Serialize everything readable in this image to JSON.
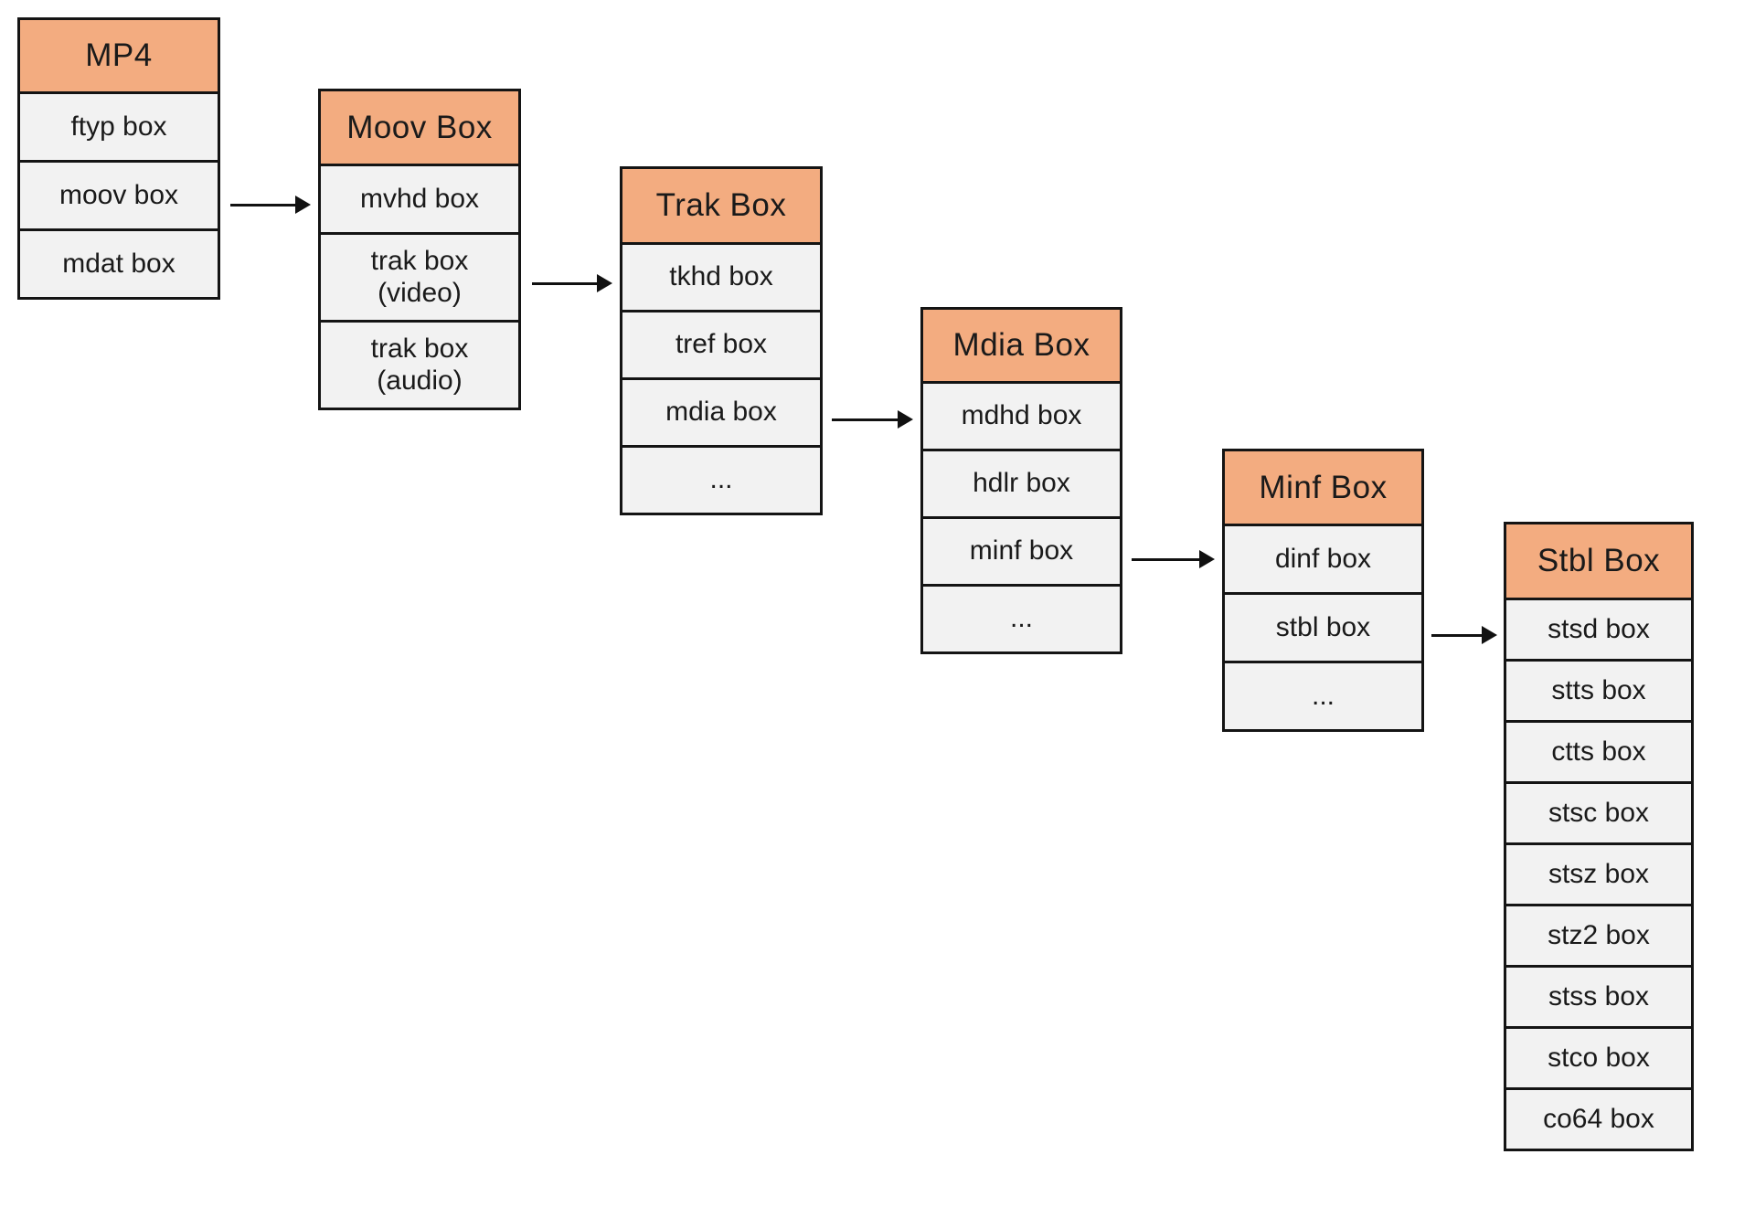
{
  "diagram": {
    "colors": {
      "header_fill": "#F3AC80",
      "row_fill": "#F2F2F2",
      "border": "#141414",
      "arrow": "#111111",
      "background": "#FFFFFF"
    },
    "tables": [
      {
        "id": "mp4",
        "title": "MP4",
        "rows": [
          "ftyp box",
          "moov box",
          "mdat box"
        ]
      },
      {
        "id": "moov",
        "title": "Moov Box",
        "rows": [
          "mvhd box",
          "trak box\n(video)",
          "trak box\n(audio)"
        ]
      },
      {
        "id": "trak",
        "title": "Trak Box",
        "rows": [
          "tkhd box",
          "tref box",
          "mdia box",
          "..."
        ]
      },
      {
        "id": "mdia",
        "title": "Mdia Box",
        "rows": [
          "mdhd box",
          "hdlr box",
          "minf box",
          "..."
        ]
      },
      {
        "id": "minf",
        "title": "Minf Box",
        "rows": [
          "dinf box",
          "stbl box",
          "..."
        ]
      },
      {
        "id": "stbl",
        "title": "Stbl Box",
        "rows": [
          "stsd box",
          "stts box",
          "ctts box",
          "stsc box",
          "stsz box",
          "stz2 box",
          "stss box",
          "stco box",
          "co64 box"
        ]
      }
    ],
    "connections": [
      {
        "from": "MP4 / moov box",
        "to": "Moov Box"
      },
      {
        "from": "Moov Box / trak box (video)",
        "to": "Trak Box"
      },
      {
        "from": "Trak Box / mdia box",
        "to": "Mdia Box"
      },
      {
        "from": "Mdia Box / minf box",
        "to": "Minf Box"
      },
      {
        "from": "Minf Box / stbl box",
        "to": "Stbl Box"
      }
    ]
  }
}
